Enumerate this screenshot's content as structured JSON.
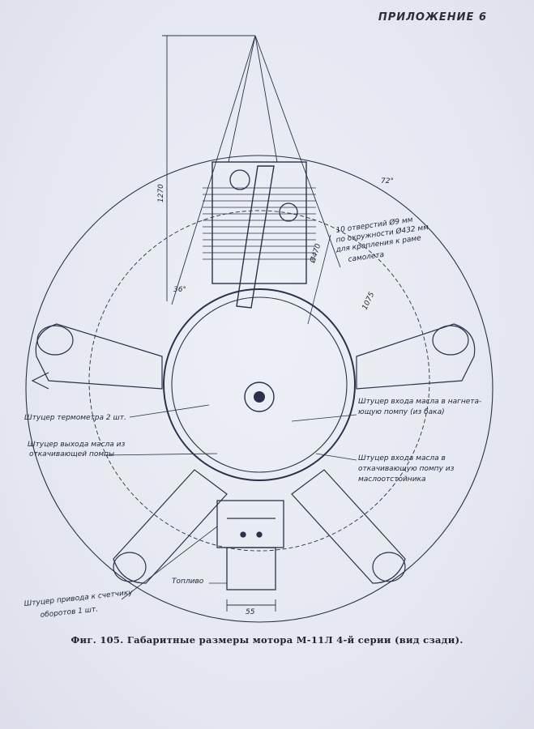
{
  "header": {
    "appendix": "ПРИЛОЖЕНИЕ 6"
  },
  "caption": "Фиг. 105. Габаритные размеры мотора М-11Л 4-й серии (вид сзади).",
  "dimensions": {
    "height_1270": "1270",
    "radius_6470": "Ø470",
    "reach_1075": "1075",
    "angle_72": "72°",
    "angle_36": "36°",
    "width_55": "55"
  },
  "labels": {
    "holes": [
      "10 отверстий Ø9 мм",
      "по окружности Ø432 мм",
      "для крепления к раме",
      "самолета"
    ],
    "thermometer": "Штуцер термометра 2 шт.",
    "oil_outlet": [
      "Штуцер выхода масла из",
      "откачивающей помпы"
    ],
    "oil_inlet_pressure": [
      "Штуцер входа масла в нагнета-",
      "ющую помпу (из бака)"
    ],
    "oil_inlet_scavenge": [
      "Штуцер входа масла в",
      "откачивающую помпу из",
      "маслоотстойника"
    ],
    "tacho": [
      "Штуцер привода к счетчику",
      "оборотов 1 шт."
    ],
    "fuel": "Топливо"
  }
}
